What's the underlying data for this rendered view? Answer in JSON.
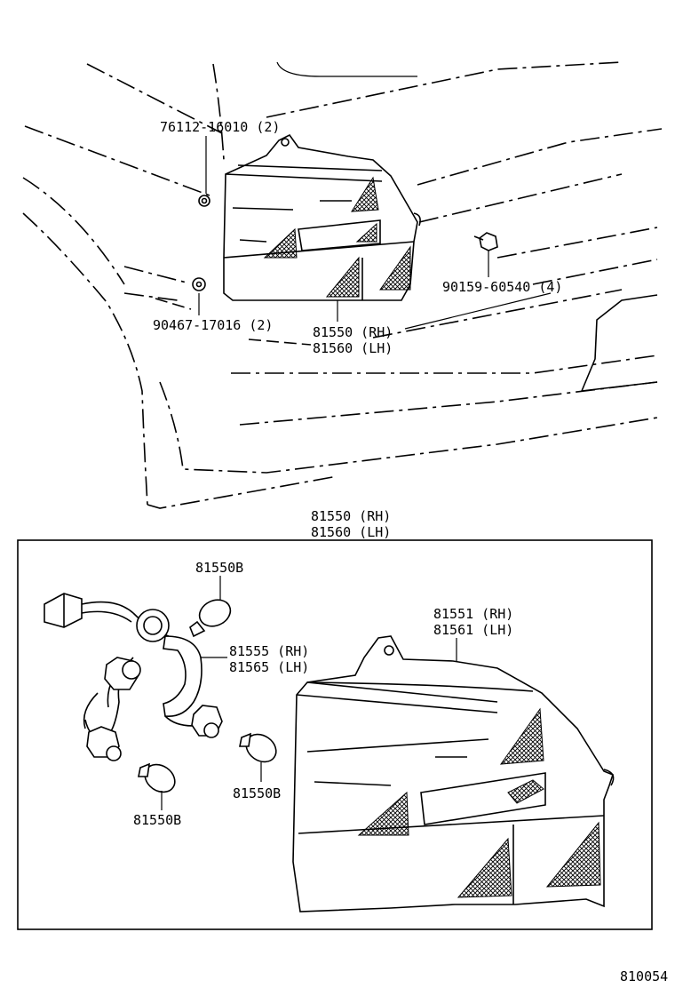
{
  "upper": {
    "fastener_top": "76112-16010 (2)",
    "fastener_left": "90467-17016 (2)",
    "bolt_right": "90159-60540 (4)",
    "lamp_rh": "81550 (RH)",
    "lamp_lh": "81560 (LH)"
  },
  "lower": {
    "header_rh": "81550 (RH)",
    "header_lh": "81560 (LH)",
    "bulb_top": "81550B",
    "bulb_right": "81550B",
    "bulb_bottom": "81550B",
    "socket_rh": "81555 (RH)",
    "socket_lh": "81565 (LH)",
    "lens_rh": "81551 (RH)",
    "lens_lh": "81561 (LH)"
  },
  "figure_number": "810054"
}
